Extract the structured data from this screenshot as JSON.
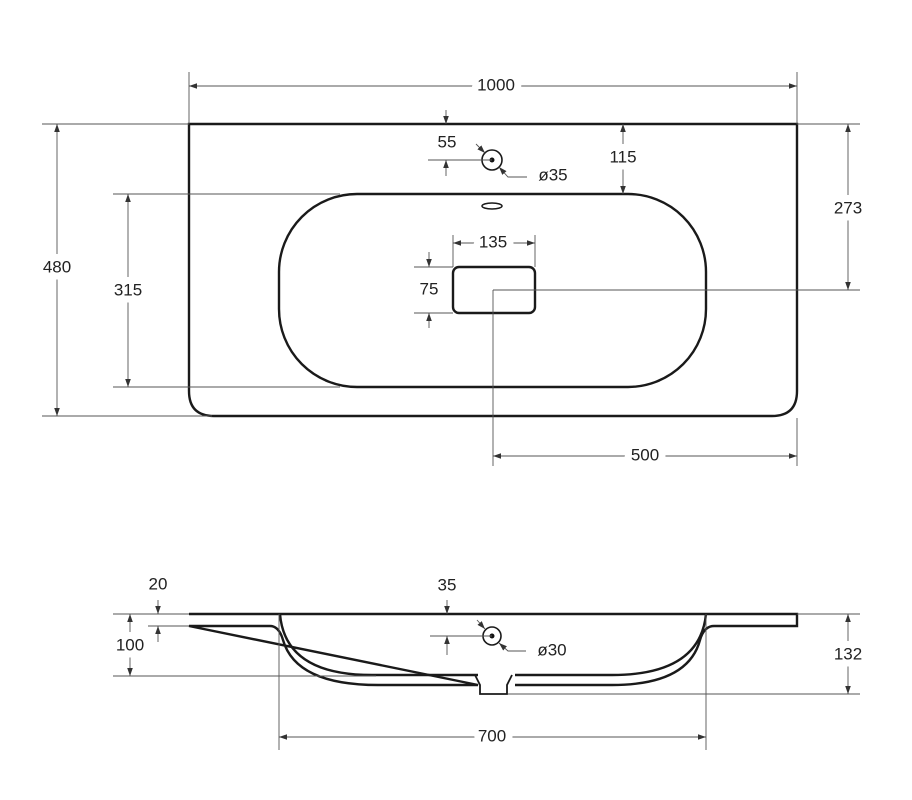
{
  "top_view": {
    "width_label": "1000",
    "depth_label": "480",
    "bowl_depth_label": "315",
    "drain_offset_depth_label": "273",
    "bowl_edge_offset_label": "115",
    "tap_hole_offset_label": "55",
    "tap_hole_diameter_label": "ø35",
    "drain_width_label": "135",
    "drain_height_label": "75",
    "drain_offset_width_label": "500"
  },
  "side_view": {
    "rim_thickness_label": "20",
    "bowl_height_label": "100",
    "total_height_label": "132",
    "overflow_offset_label": "35",
    "overflow_diameter_label": "ø30",
    "bowl_width_label": "700"
  }
}
